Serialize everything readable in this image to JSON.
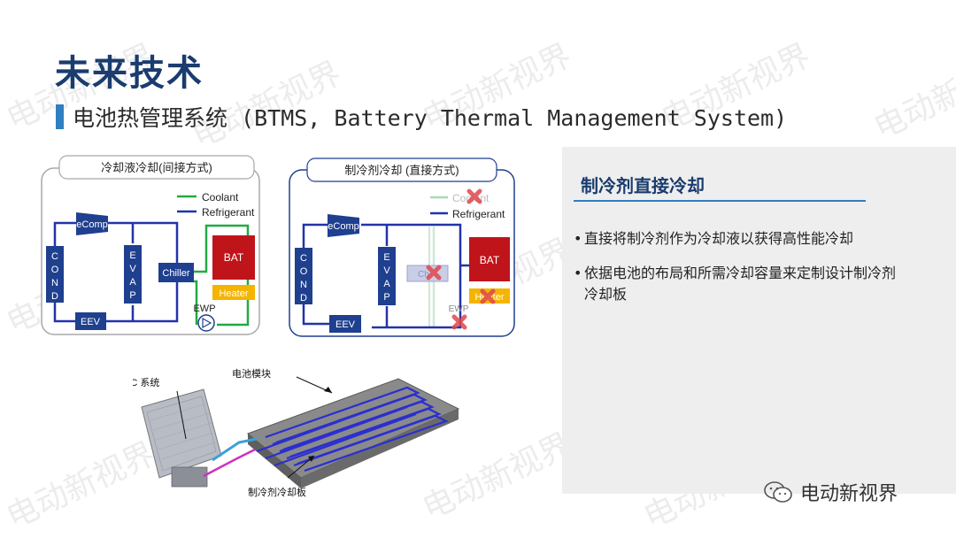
{
  "title": "未来技术",
  "subtitle": "电池热管理系统 (BTMS, Battery Thermal Management System)",
  "left_diagram": {
    "header": "冷却液冷却(间接方式)",
    "legend_coolant": "Coolant",
    "legend_refrigerant": "Refrigerant",
    "ecomp": "eComp",
    "cond": [
      "C",
      "O",
      "N",
      "D"
    ],
    "evap": [
      "E",
      "V",
      "A",
      "P"
    ],
    "eev": "EEV",
    "chiller": "Chiller",
    "bat": "BAT",
    "heater": "Heater",
    "ewp": "EWP"
  },
  "right_diagram": {
    "header": "制冷剂冷却 (直接方式)",
    "legend_coolant": "Coolant",
    "legend_refrigerant": "Refrigerant",
    "ecomp": "eComp",
    "cond": [
      "C",
      "O",
      "N",
      "D"
    ],
    "evap": [
      "E",
      "V",
      "A",
      "P"
    ],
    "eev": "EEV",
    "bat": "BAT",
    "heater": "Heater",
    "ewp": "EWP",
    "chiller_short": "Ch"
  },
  "photo_labels": {
    "ac_system": "AC 系统",
    "battery_module": "电池模块",
    "cooling_plate": "制冷剂冷却板"
  },
  "panel": {
    "title": "制冷剂直接冷却",
    "bullets": [
      "直接将制冷剂作为冷却液以获得高性能冷却",
      "依据电池的布局和所需冷却容量来定制设计制冷剂",
      "冷却板"
    ]
  },
  "watermark": "电动新视界",
  "wechat_label": "电动新视界",
  "colors": {
    "refrigerant": "#2233aa",
    "coolant": "#22aa44",
    "component": "#1f3f8f",
    "battery": "#c0141b",
    "heater": "#f5b400",
    "accent": "#2f7fc1"
  }
}
